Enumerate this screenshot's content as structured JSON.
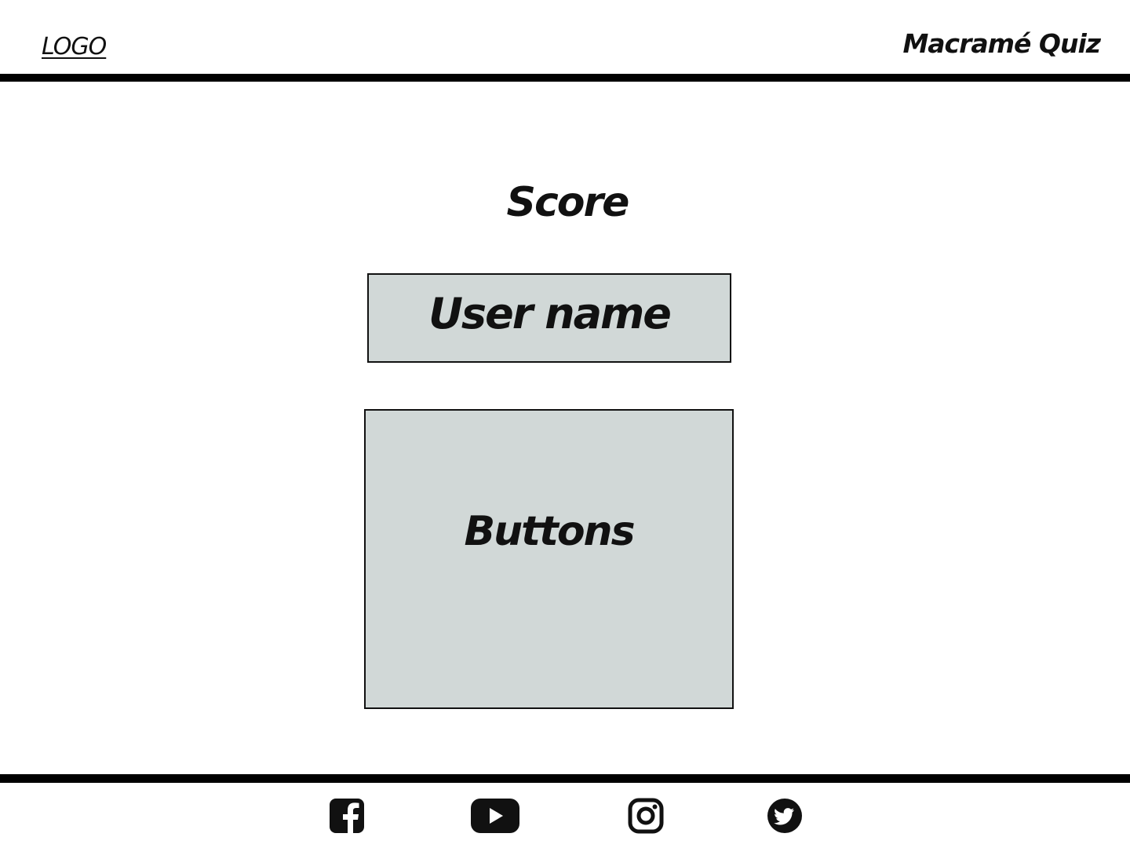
{
  "header": {
    "logo_label": "LOGO",
    "site_title": "Macramé Quiz"
  },
  "main": {
    "score_title": "Score",
    "username_box_label": "User name",
    "buttons_box_label": "Buttons"
  },
  "footer": {
    "social_links": [
      {
        "icon": "facebook-icon"
      },
      {
        "icon": "youtube-icon"
      },
      {
        "icon": "instagram-icon"
      },
      {
        "icon": "twitter-icon"
      }
    ]
  },
  "colors": {
    "rule": "#000000",
    "box_fill": "#d1d8d7",
    "text": "#111111",
    "background": "#ffffff"
  }
}
